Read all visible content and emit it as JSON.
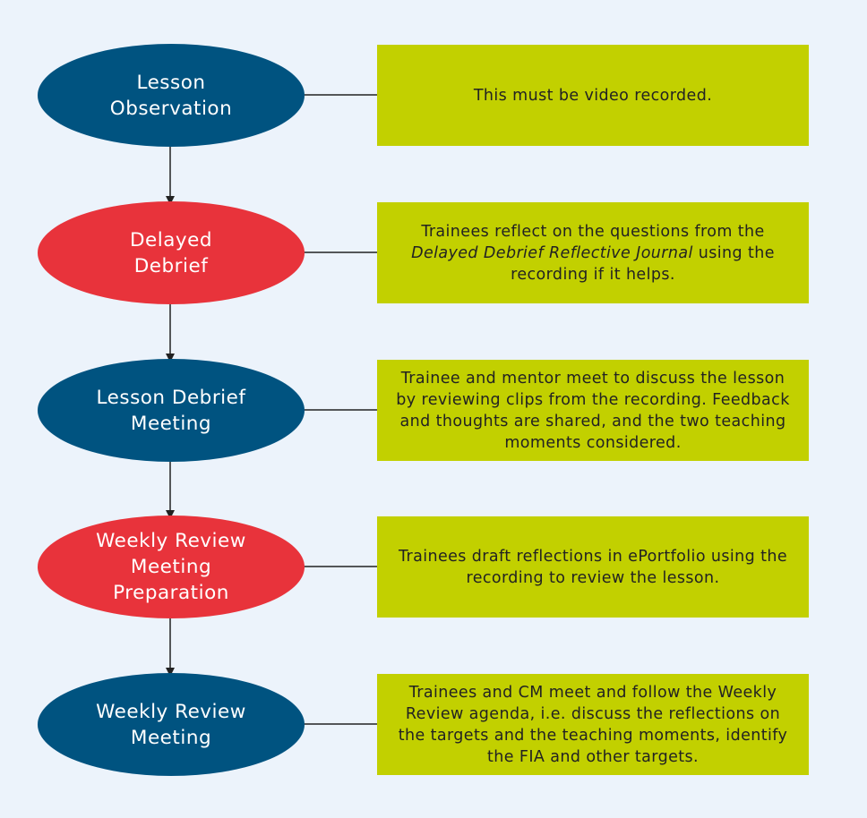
{
  "colors": {
    "background": "#ecf3fb",
    "blue": "#005380",
    "red": "#e8333b",
    "box": "#c2d000",
    "line": "#222222"
  },
  "steps": [
    {
      "label": "Lesson\nObservation",
      "color": "blue",
      "desc_pre": "This must be video recorded.",
      "desc_em": "",
      "desc_post": ""
    },
    {
      "label": "Delayed\nDebrief",
      "color": "red",
      "desc_pre": "Trainees reflect on the questions from the ",
      "desc_em": "Delayed Debrief Reflective Journal",
      "desc_post": " using the recording if it helps."
    },
    {
      "label": "Lesson Debrief\nMeeting",
      "color": "blue",
      "desc_pre": "Trainee and mentor meet to discuss the lesson by reviewing clips from the recording. Feedback and thoughts are shared, and the two teaching moments considered.",
      "desc_em": "",
      "desc_post": ""
    },
    {
      "label": "Weekly Review\nMeeting\nPreparation",
      "color": "red",
      "desc_pre": "Trainees draft reflections in ePortfolio using the recording to review the lesson.",
      "desc_em": "",
      "desc_post": ""
    },
    {
      "label": "Weekly Review\nMeeting",
      "color": "blue",
      "desc_pre": "Trainees and CM meet and follow the Weekly Review agenda, i.e. discuss the reflections on the targets and the teaching moments, identify the FIA and other targets.",
      "desc_em": "",
      "desc_post": ""
    }
  ]
}
